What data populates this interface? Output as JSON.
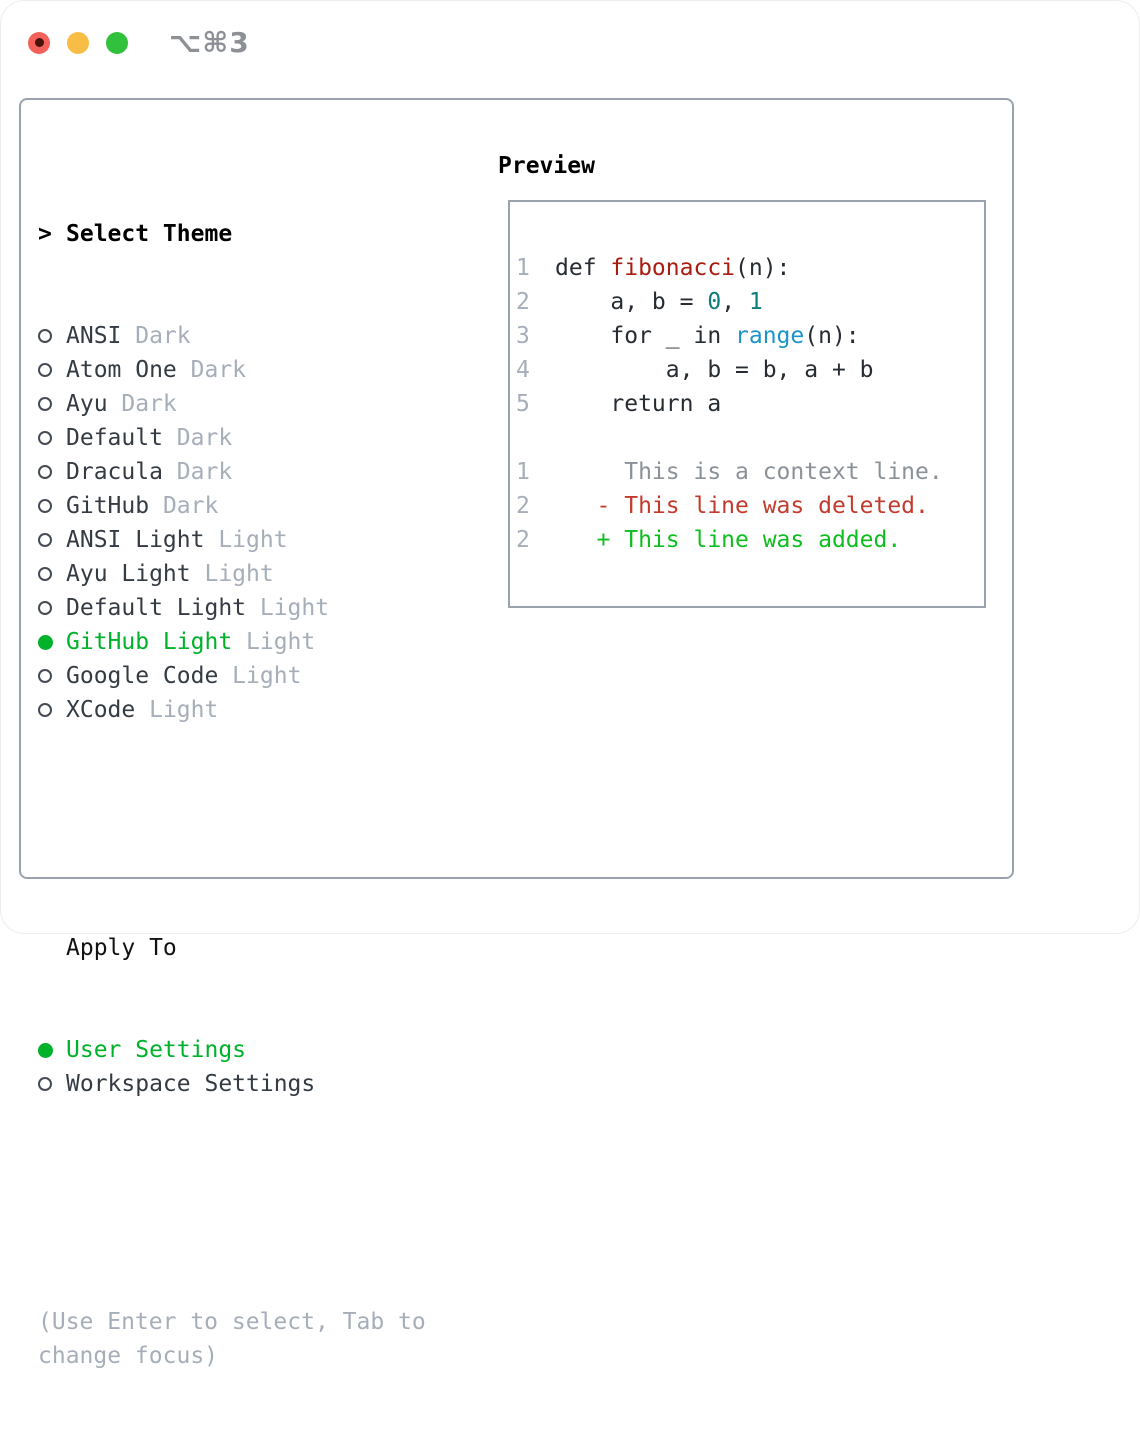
{
  "window": {
    "title": "⌥⌘3"
  },
  "colors": {
    "tl-red": "#f4605a",
    "tl-red-dot": "#49120b",
    "tl-yellow": "#f7bd45",
    "tl-green": "#31c13c",
    "title-gray": "#8d9095",
    "border": "#9aa3ad",
    "text": "#343b43",
    "muted": "#a6aeb9",
    "selection-green": "#00b22a",
    "code-text": "#272c33",
    "func-red": "#a71d10",
    "number-teal": "#0d7d7d",
    "builtin-blue": "#1b95c9",
    "context-gray": "#8b9199",
    "deleted-red": "#c33b2d",
    "added-green": "#10bd1f"
  },
  "theme_section": {
    "prompt": ">",
    "title": "Select Theme",
    "items": [
      {
        "name": "ANSI",
        "variant": "Dark",
        "selected": false
      },
      {
        "name": "Atom One",
        "variant": "Dark",
        "selected": false
      },
      {
        "name": "Ayu",
        "variant": "Dark",
        "selected": false
      },
      {
        "name": "Default",
        "variant": "Dark",
        "selected": false
      },
      {
        "name": "Dracula",
        "variant": "Dark",
        "selected": false
      },
      {
        "name": "GitHub",
        "variant": "Dark",
        "selected": false
      },
      {
        "name": "ANSI Light",
        "variant": "Light",
        "selected": false
      },
      {
        "name": "Ayu Light",
        "variant": "Light",
        "selected": false
      },
      {
        "name": "Default Light",
        "variant": "Light",
        "selected": false
      },
      {
        "name": "GitHub Light",
        "variant": "Light",
        "selected": true
      },
      {
        "name": "Google Code",
        "variant": "Light",
        "selected": false
      },
      {
        "name": "XCode",
        "variant": "Light",
        "selected": false
      }
    ]
  },
  "apply_section": {
    "title": "Apply To",
    "items": [
      {
        "name": "User Settings",
        "selected": true
      },
      {
        "name": "Workspace Settings",
        "selected": false
      }
    ]
  },
  "hint": {
    "lines": [
      "(Use Enter to select, Tab to",
      "change focus)"
    ]
  },
  "preview": {
    "title": "Preview",
    "code_lines": [
      {
        "num": "1",
        "tokens": [
          {
            "t": "def ",
            "c": "plain"
          },
          {
            "t": "fibonacci",
            "c": "func"
          },
          {
            "t": "(n):",
            "c": "plain"
          }
        ]
      },
      {
        "num": "2",
        "tokens": [
          {
            "t": "    a, b = ",
            "c": "plain"
          },
          {
            "t": "0",
            "c": "num"
          },
          {
            "t": ", ",
            "c": "plain"
          },
          {
            "t": "1",
            "c": "num"
          }
        ]
      },
      {
        "num": "3",
        "tokens": [
          {
            "t": "    for _ in ",
            "c": "plain"
          },
          {
            "t": "range",
            "c": "builtin"
          },
          {
            "t": "(n):",
            "c": "plain"
          }
        ]
      },
      {
        "num": "4",
        "tokens": [
          {
            "t": "        a, b = b, a + b",
            "c": "plain"
          }
        ]
      },
      {
        "num": "5",
        "tokens": [
          {
            "t": "    return a",
            "c": "plain"
          }
        ]
      },
      {
        "num": "",
        "tokens": []
      },
      {
        "num": "1",
        "tokens": [
          {
            "t": "     This is a context line.",
            "c": "context"
          }
        ]
      },
      {
        "num": "2",
        "tokens": [
          {
            "t": "   - This line was deleted.",
            "c": "deleted"
          }
        ]
      },
      {
        "num": "2",
        "tokens": [
          {
            "t": "   + This line was added.",
            "c": "added"
          }
        ]
      }
    ]
  }
}
